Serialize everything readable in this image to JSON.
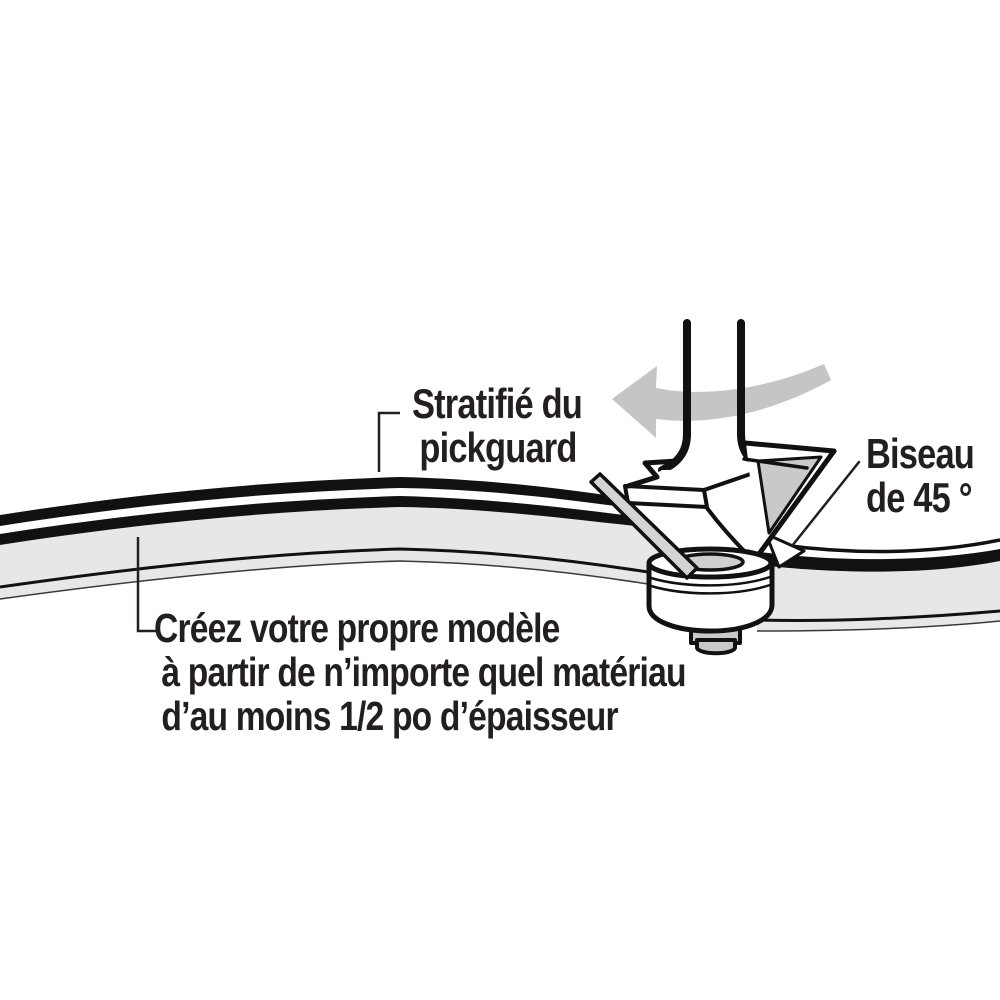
{
  "illustration": {
    "title_hint": "router-chamfer-bit-cutting-pickguard-diagram",
    "labels": {
      "laminate": {
        "line1": "Stratifié du",
        "line2": "pickguard"
      },
      "bevel": {
        "line1": "Biseau",
        "line2": "de 45 °"
      },
      "note": {
        "line1": "Créez votre propre modèle",
        "line2": "à partir de n’importe quel matériau",
        "line3": "d’au moins 1/2 po d’épaisseur"
      }
    },
    "colors": {
      "ink": "#111111",
      "text": "#231f20",
      "template_gray": "#e7e7e7",
      "arrow_gray": "#c5c5c5",
      "metal_gray": "#c9c9c9",
      "recess_gray": "#cfcfcf",
      "blade_gray": "#d4d4d4",
      "white": "#ffffff"
    },
    "icons": {
      "rotation_arrow": "rotation-direction-arrow"
    }
  }
}
